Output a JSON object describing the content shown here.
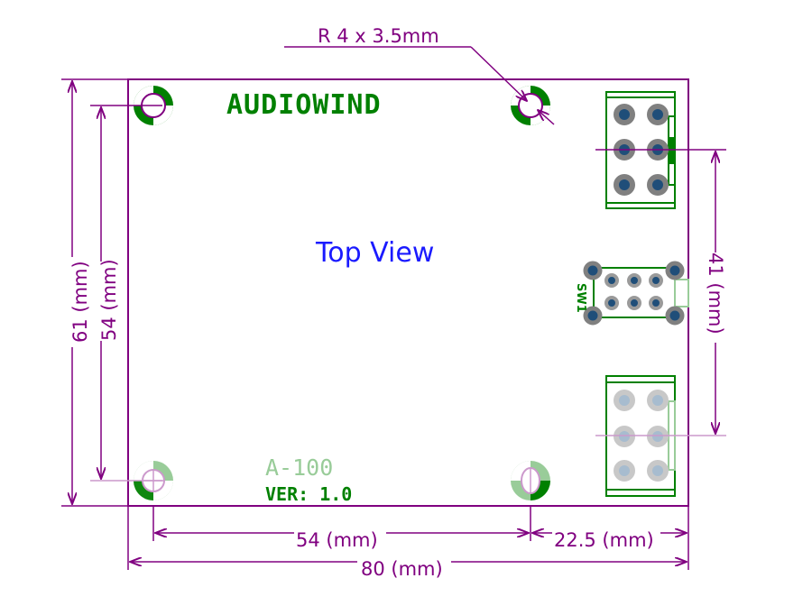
{
  "board": {
    "brand": "AUDIOWIND",
    "view_label": "Top View",
    "model": "A-100",
    "version": "VER: 1.0",
    "switch_label": "SW1"
  },
  "dimensions": {
    "hole_radius": "R 4 x 3.5mm",
    "height_total": "61 (mm)",
    "height_holes": "54 (mm)",
    "connector_spacing": "41 (mm)",
    "width_holes": "54 (mm)",
    "width_edge": "22.5 (mm)",
    "width_total": "80 (mm)"
  },
  "colors": {
    "dimension": "#800080",
    "silkscreen": "#008000",
    "title": "#1a1aff"
  }
}
